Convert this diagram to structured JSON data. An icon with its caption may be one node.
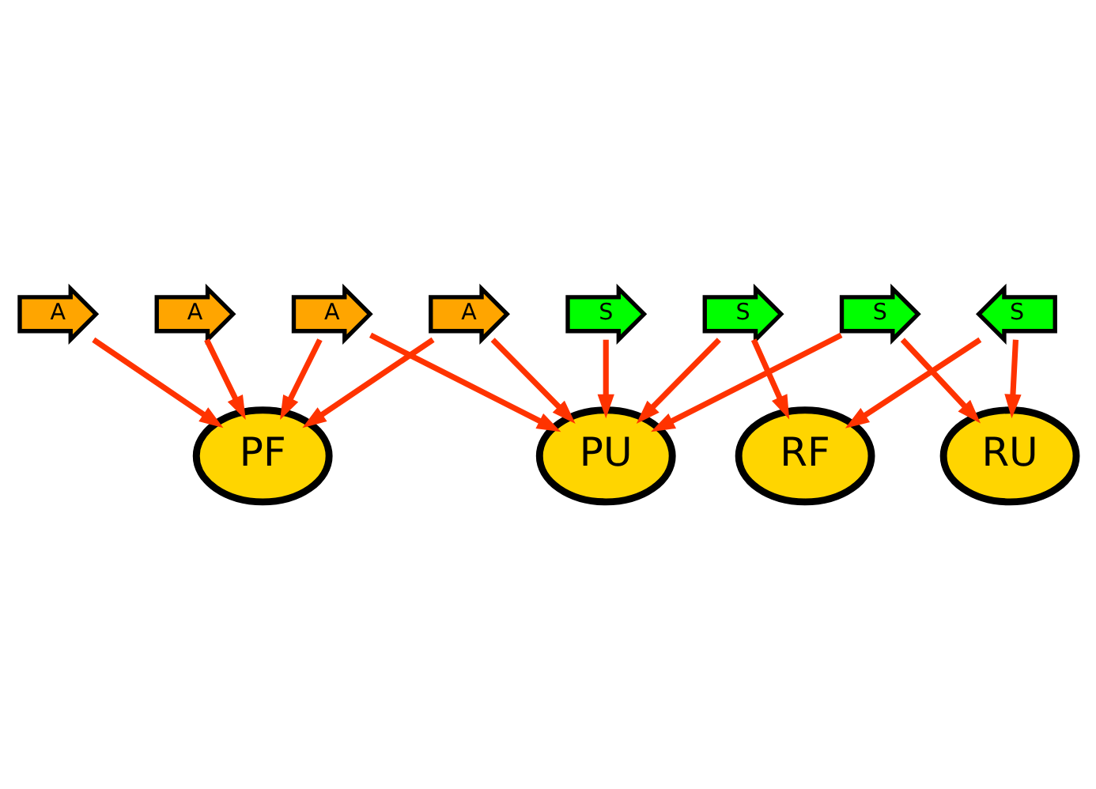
{
  "diagram": {
    "nodes": [
      {
        "text": [
          "S"
        ]
      },
      {
        "text": [
          "PU"
        ]
      },
      {
        "text": [
          "A"
        ]
      },
      {
        "text": [
          "PF"
        ]
      },
      {
        "text": [
          "A"
        ]
      },
      {
        "text": [
          "S"
        ]
      },
      {
        "text": [
          "S"
        ]
      },
      {
        "text": [
          "A"
        ]
      },
      {
        "text": [
          "RU"
        ]
      },
      {
        "text": [
          "S"
        ]
      },
      {
        "text": [
          "RF"
        ]
      },
      {
        "text": [
          "A"
        ]
      }
    ],
    "edges": [
      {
        "from": 0,
        "to": 1,
        "arrow": "to"
      },
      {
        "from": 2,
        "to": 1,
        "arrow": "to"
      },
      {
        "from": 2,
        "to": 3,
        "arrow": "to"
      },
      {
        "from": 4,
        "to": 3,
        "arrow": "to"
      },
      {
        "from": 5,
        "to": 10,
        "arrow": "to"
      },
      {
        "from": 5,
        "to": 1,
        "arrow": "to"
      },
      {
        "from": 6,
        "to": 1,
        "arrow": "to"
      },
      {
        "from": 6,
        "to": 8,
        "arrow": "to"
      },
      {
        "from": 7,
        "to": 3,
        "arrow": "to"
      },
      {
        "from": 7,
        "to": 1,
        "arrow": "to"
      },
      {
        "from": 9,
        "to": 8,
        "arrow": "to"
      },
      {
        "from": 9,
        "to": 10,
        "arrow": "to"
      },
      {
        "from": 11,
        "to": 3,
        "arrow": "to"
      }
    ]
  }
}
